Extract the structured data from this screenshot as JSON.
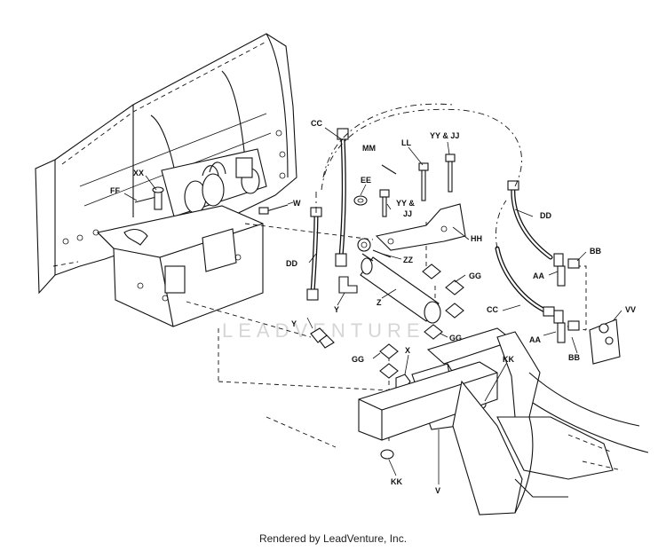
{
  "footer": "Rendered by LeadVenture, Inc.",
  "watermark": "LEADVENTURE",
  "callouts": {
    "cc_top": "CC",
    "mm": "MM",
    "ll": "LL",
    "yyjj_top": "YY & JJ",
    "xx": "XX",
    "ff": "FF",
    "w": "W",
    "ee": "EE",
    "yy_mid": "YY &",
    "jj_mid": "JJ",
    "hh": "HH",
    "dd_right": "DD",
    "bb_top": "BB",
    "aa_top": "AA",
    "zz": "ZZ",
    "gg_1": "GG",
    "dd_left": "DD",
    "z": "Z",
    "y_1": "Y",
    "cc_right": "CC",
    "vv": "VV",
    "gg_2": "GG",
    "y_2": "Y",
    "aa_bottom": "AA",
    "bb_bottom": "BB",
    "gg_3": "GG",
    "x": "X",
    "kk_right": "KK",
    "kk_bottom": "KK",
    "v": "V"
  }
}
